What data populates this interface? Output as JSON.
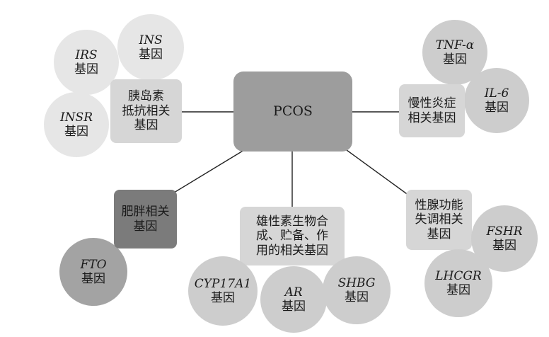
{
  "colors": {
    "center_fill": "#9d9d9d",
    "category_fill": "#d6d6d6",
    "obesity_fill": "#7b7b7b",
    "circle_light": "#e6e6e6",
    "circle_mid": "#cdcdcd",
    "circle_dark": "#a3a3a3",
    "line": "#222222"
  },
  "center": {
    "label": "PCOS"
  },
  "categories": {
    "insulin": {
      "lines": [
        "胰岛素",
        "抵抗相关",
        "基因"
      ]
    },
    "inflammation": {
      "lines": [
        "慢性炎症",
        "相关基因"
      ]
    },
    "obesity": {
      "lines": [
        "肥胖相关",
        "基因"
      ]
    },
    "androgen": {
      "lines": [
        "雄性素生物合",
        "成、贮备、作",
        "用的相关基因"
      ]
    },
    "gonad": {
      "lines": [
        "性腺功能",
        "失调相关",
        "基因"
      ]
    }
  },
  "genes": {
    "irs": {
      "symbol": "IRS",
      "suffix": "基因"
    },
    "ins": {
      "symbol": "INS",
      "suffix": "基因"
    },
    "insr": {
      "symbol": "INSR",
      "suffix": "基因"
    },
    "tnf": {
      "symbol": "TNF-α",
      "suffix": "基因"
    },
    "il6": {
      "symbol": "IL-6",
      "suffix": "基因"
    },
    "fto": {
      "symbol": "FTO",
      "suffix": "基因"
    },
    "cyp17a1": {
      "symbol": "CYP17A1",
      "suffix": "基因"
    },
    "ar": {
      "symbol": "AR",
      "suffix": "基因"
    },
    "shbg": {
      "symbol": "SHBG",
      "suffix": "基因"
    },
    "fshr": {
      "symbol": "FSHR",
      "suffix": "基因"
    },
    "lhcgr": {
      "symbol": "LHCGR",
      "suffix": "基因"
    }
  }
}
